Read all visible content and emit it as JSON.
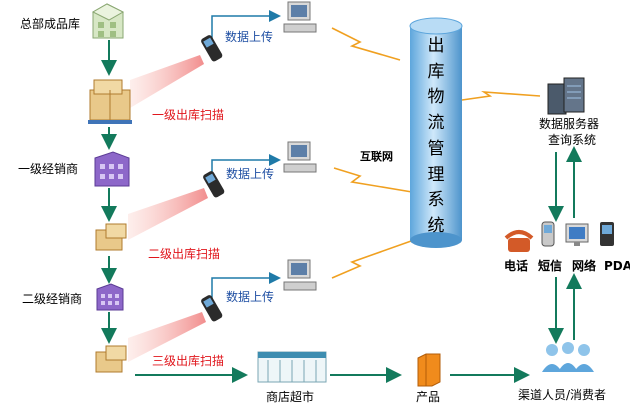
{
  "nodes": {
    "hq_warehouse": "总部成品库",
    "level1_dealer": "一级经销商",
    "level2_dealer": "二级经销商",
    "shop": "商店超市",
    "product": "产品",
    "consumers": "渠道人员/消费者",
    "db_server": "数据服务器",
    "query_system": "查询系统"
  },
  "scans": {
    "level1": "一级出库扫描",
    "level2": "二级出库扫描",
    "level3": "三级出库扫描"
  },
  "uploads": [
    "数据上传",
    "数据上传",
    "数据上传"
  ],
  "internet": "互联网",
  "central_system": [
    "出",
    "库",
    "物",
    "流",
    "管",
    "理",
    "系",
    "统"
  ],
  "channels": [
    "电话",
    "短信",
    "网络",
    "PDA"
  ],
  "colors": {
    "arrow": "#137a5c",
    "scan_beam": "#f1a9a0",
    "scan_text": "#e0151b",
    "upload_text": "#1f4fa3",
    "cylinder": "#8fc4ea",
    "lightning": "#f0a020"
  }
}
